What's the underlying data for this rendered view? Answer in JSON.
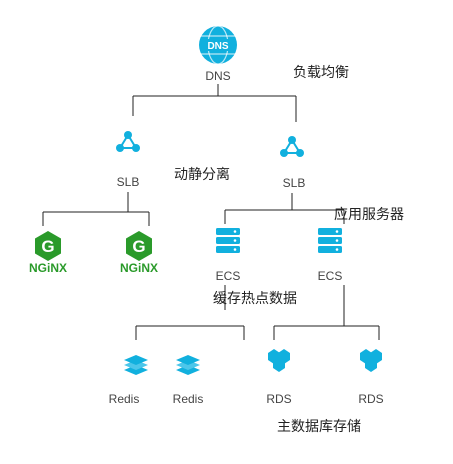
{
  "colors": {
    "accent": "#11b0de",
    "nginx_green": "#2a9a2a",
    "line": "#222222"
  },
  "dns": {
    "icon": "globe-icon",
    "badge": "DNS",
    "label": "DNS"
  },
  "captions": {
    "load_balance": "负载均衡",
    "static_dynamic": "动静分离",
    "app_servers": "应用服务器",
    "cache": "缓存热点数据",
    "db": "主数据库存储"
  },
  "slb": [
    {
      "label": "SLB",
      "icon": "slb-icon"
    },
    {
      "label": "SLB",
      "icon": "slb-icon"
    }
  ],
  "nginx": [
    {
      "text": "NGiNX",
      "icon": "nginx-logo"
    },
    {
      "text": "NGiNX",
      "icon": "nginx-logo"
    }
  ],
  "ecs": [
    {
      "label": "ECS",
      "icon": "server-icon"
    },
    {
      "label": "ECS",
      "icon": "server-icon"
    }
  ],
  "redis": [
    {
      "label": "Redis",
      "icon": "redis-icon"
    },
    {
      "label": "Redis",
      "icon": "redis-icon"
    }
  ],
  "rds": [
    {
      "label": "RDS",
      "icon": "rds-icon"
    },
    {
      "label": "RDS",
      "icon": "rds-icon"
    }
  ]
}
